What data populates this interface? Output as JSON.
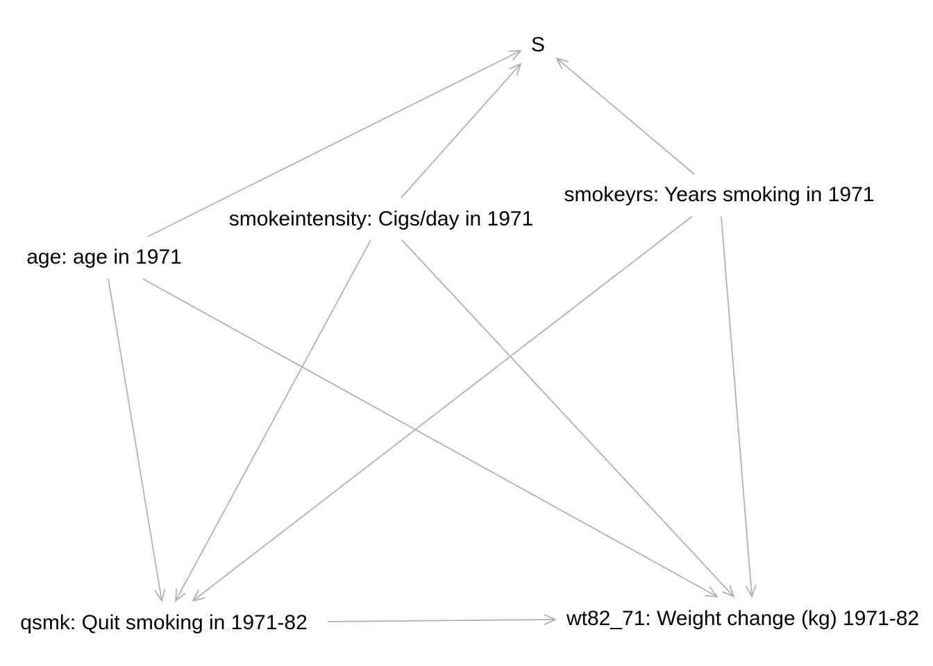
{
  "diagram": {
    "edge_color": "#b0b0b0",
    "text_color": "#000000",
    "nodes": [
      {
        "id": "S",
        "label": "S"
      },
      {
        "id": "smokeyrs",
        "label": "smokeyrs: Years smoking in 1971"
      },
      {
        "id": "smokeintensity",
        "label": "smokeintensity: Cigs/day in 1971"
      },
      {
        "id": "age",
        "label": "age: age in 1971"
      },
      {
        "id": "qsmk",
        "label": "qsmk: Quit smoking in 1971-82"
      },
      {
        "id": "wt82_71",
        "label": "wt82_71: Weight change (kg) 1971-82"
      }
    ],
    "edges": [
      {
        "from": "age",
        "to": "S"
      },
      {
        "from": "smokeintensity",
        "to": "S"
      },
      {
        "from": "smokeyrs",
        "to": "S"
      },
      {
        "from": "age",
        "to": "qsmk"
      },
      {
        "from": "smokeintensity",
        "to": "qsmk"
      },
      {
        "from": "smokeyrs",
        "to": "qsmk"
      },
      {
        "from": "age",
        "to": "wt82_71"
      },
      {
        "from": "smokeintensity",
        "to": "wt82_71"
      },
      {
        "from": "smokeyrs",
        "to": "wt82_71"
      },
      {
        "from": "qsmk",
        "to": "wt82_71"
      }
    ]
  }
}
